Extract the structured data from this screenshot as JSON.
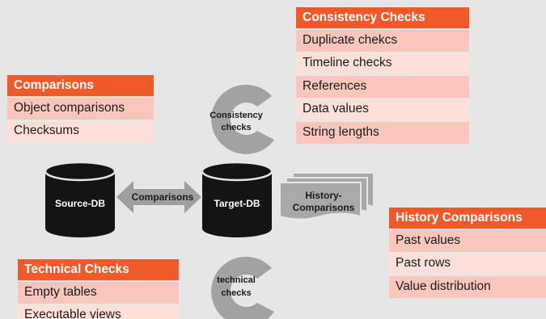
{
  "colors": {
    "background": "#e6e6e6",
    "header": "#f05a2a",
    "row_dark": "#f8c6bd",
    "row_light": "#fde0da",
    "database": "#141414",
    "gray_shape": "#9e9e9e"
  },
  "comparisons": {
    "title": "Comparisons",
    "items": [
      "Object comparisons",
      "Checksums"
    ]
  },
  "consistency": {
    "title": "Consistency Checks",
    "items": [
      "Duplicate chekcs",
      "Timeline checks",
      "References",
      "Data values",
      "String lengths"
    ]
  },
  "history": {
    "title": "History Comparisons",
    "items": [
      "Past values",
      "Past rows",
      "Value distribution"
    ]
  },
  "technical": {
    "title": "Technical Checks",
    "items": [
      "Empty tables",
      "Executable views"
    ]
  },
  "diagram": {
    "source_db": "Source-DB",
    "target_db": "Target-DB",
    "arrow_label": "Comparisons",
    "consistency_c": [
      "Consistency",
      "checks"
    ],
    "technical_c": [
      "technical",
      "checks"
    ],
    "history_doc": [
      "History-",
      "Comparisons"
    ]
  }
}
